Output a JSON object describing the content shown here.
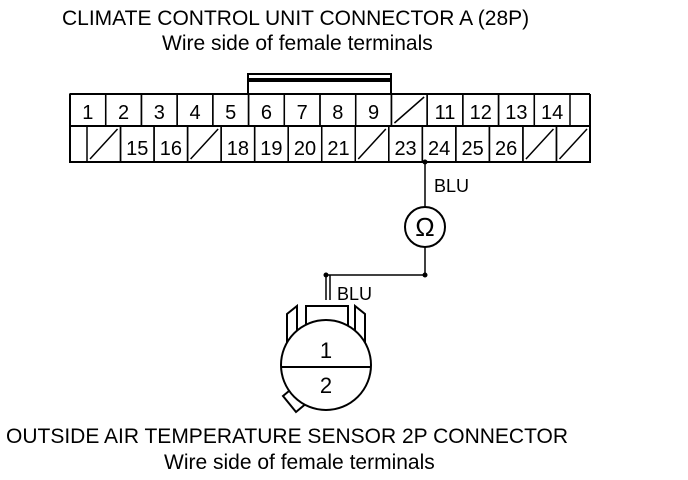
{
  "connector_a": {
    "title": "CLIMATE CONTROL UNIT CONNECTOR A (28P)",
    "subtitle": "Wire side of female terminals",
    "row1": [
      "1",
      "2",
      "3",
      "4",
      "5",
      "6",
      "7",
      "8",
      "9",
      "",
      "11",
      "12",
      "13",
      "14"
    ],
    "row2": [
      "",
      "15",
      "16",
      "",
      "18",
      "19",
      "20",
      "21",
      "",
      "23",
      "24",
      "25",
      "26",
      "",
      ""
    ]
  },
  "wire_label_top": "BLU",
  "meter_symbol": "Ω",
  "wire_label_bottom": "BLU",
  "sensor": {
    "title": "OUTSIDE AIR TEMPERATURE SENSOR 2P CONNECTOR",
    "subtitle": "Wire side of female terminals",
    "pin1": "1",
    "pin2": "2"
  }
}
